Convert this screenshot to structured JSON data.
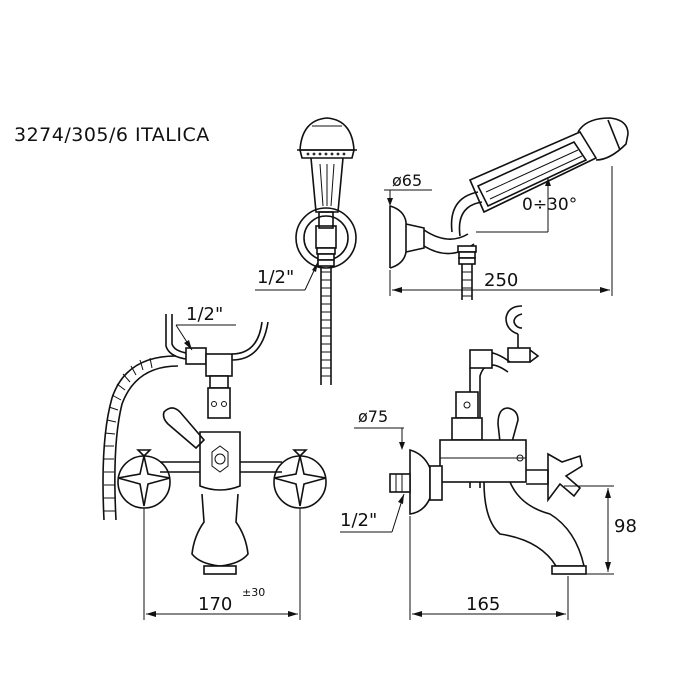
{
  "title": "3274/305/6  ITALICA",
  "dimensions": {
    "d65": "ø65",
    "angle": "0÷30°",
    "len250": "250",
    "thread_top": "1/2\"",
    "thread_mid": "1/2\"",
    "d75": "ø75",
    "thread_side": "1/2\"",
    "h98": "98",
    "w170": "170",
    "tol30": "±30",
    "w165": "165"
  }
}
